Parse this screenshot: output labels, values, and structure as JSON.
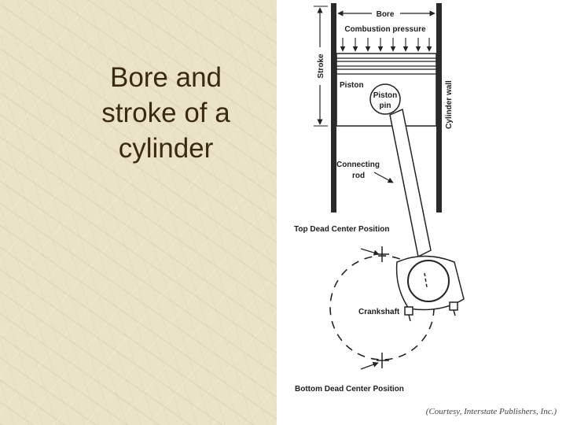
{
  "slide": {
    "title_lines": [
      "Bore and",
      "stroke of a",
      "cylinder"
    ]
  },
  "diagram": {
    "labels": {
      "bore": "Bore",
      "combustion_pressure": "Combustion pressure",
      "stroke": "Stroke",
      "piston": "Piston",
      "piston_pin_line1": "Piston",
      "piston_pin_line2": "pin",
      "cylinder_wall": "Cylinder wall",
      "connecting_rod_line1": "Connecting",
      "connecting_rod_line2": "rod",
      "top_dead_center": "Top Dead Center Position",
      "crankshaft": "Crankshaft",
      "bottom_dead_center": "Bottom Dead Center Position"
    },
    "credit": "(Courtesy, Interstate Publishers, Inc.)"
  }
}
